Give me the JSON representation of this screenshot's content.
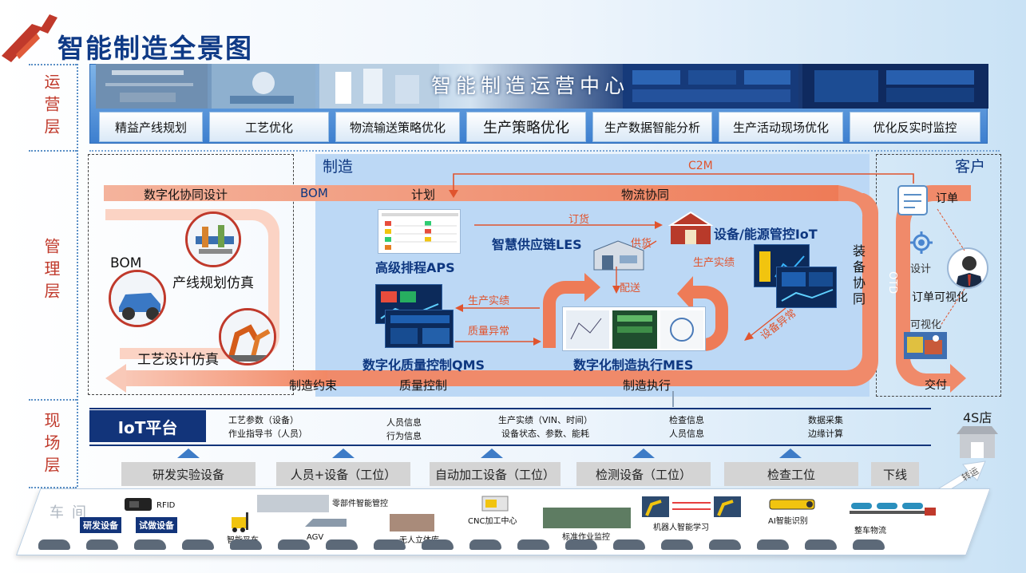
{
  "title": "智能制造全景图",
  "layers": {
    "ops": "运营层",
    "mgmt": "管理层",
    "field": "现场层"
  },
  "ops": {
    "title": "智能制造运营中心",
    "items": [
      "精益产线规划",
      "工艺优化",
      "物流输送策略优化",
      "生产策略优化",
      "生产数据智能分析",
      "生产活动现场优化",
      "优化反实时监控"
    ]
  },
  "mgmt": {
    "mfg_title": "制造",
    "customer_title": "客户",
    "c2m": "C2M",
    "top_band": [
      "数字化协同设计",
      "BOM",
      "计划",
      "物流协同"
    ],
    "right_band": "装备协同",
    "bottom_band": [
      "制造约束",
      "质量控制",
      "制造执行",
      "交付"
    ],
    "design": [
      "BOM",
      "产线规划仿真",
      "工艺设计仿真"
    ],
    "systems": {
      "aps": "高级排程APS",
      "les": "智慧供应链LES",
      "iot": "设备/能源管控IoT",
      "qms": "数字化质量控制QMS",
      "mes": "数字化制造执行MES"
    },
    "flows": {
      "order_goods": "订货",
      "supply": "供货",
      "delivery": "配送",
      "prod_report_right": "生产实绩",
      "prod_report_left": "生产实绩",
      "quality_anomaly": "质量异常",
      "equipment_anomaly": "设备异常"
    },
    "customer": {
      "order": "订单",
      "design": "设计",
      "order_visual": "订单可视化",
      "visual": "可视化",
      "otd": "OTD"
    }
  },
  "field": {
    "iot_platform": "IoT平台",
    "store": "4S店",
    "info": [
      [
        "工艺参数（设备）",
        "作业指导书（人员）"
      ],
      [
        "人员信息",
        "行为信息"
      ],
      [
        "生产实绩（VIN、时间）",
        "设备状态、参数、能耗"
      ],
      [
        "检查信息",
        "人员信息"
      ],
      [
        "数据采集",
        "边缘计算"
      ]
    ],
    "devices": [
      "研发实验设备",
      "人员+设备（工位）",
      "自动加工设备（工位）",
      "检测设备（工位）",
      "检查工位",
      "下线"
    ],
    "transfer": "转运",
    "workshop": "车间",
    "floor_labels": {
      "rfid": "RFID",
      "rd_equipment": "研发设备",
      "trial_equipment": "试做设备",
      "forklift": "智能叉车",
      "parts": "零部件智能管控",
      "agv": "AGV",
      "warehouse": "无人立体库",
      "cnc": "CNC加工中心",
      "standard_monitor": "标准作业监控",
      "robot_learning": "机器人智能学习",
      "ai_recognition": "AI智能识别",
      "vehicle_logistics": "整车物流"
    }
  }
}
